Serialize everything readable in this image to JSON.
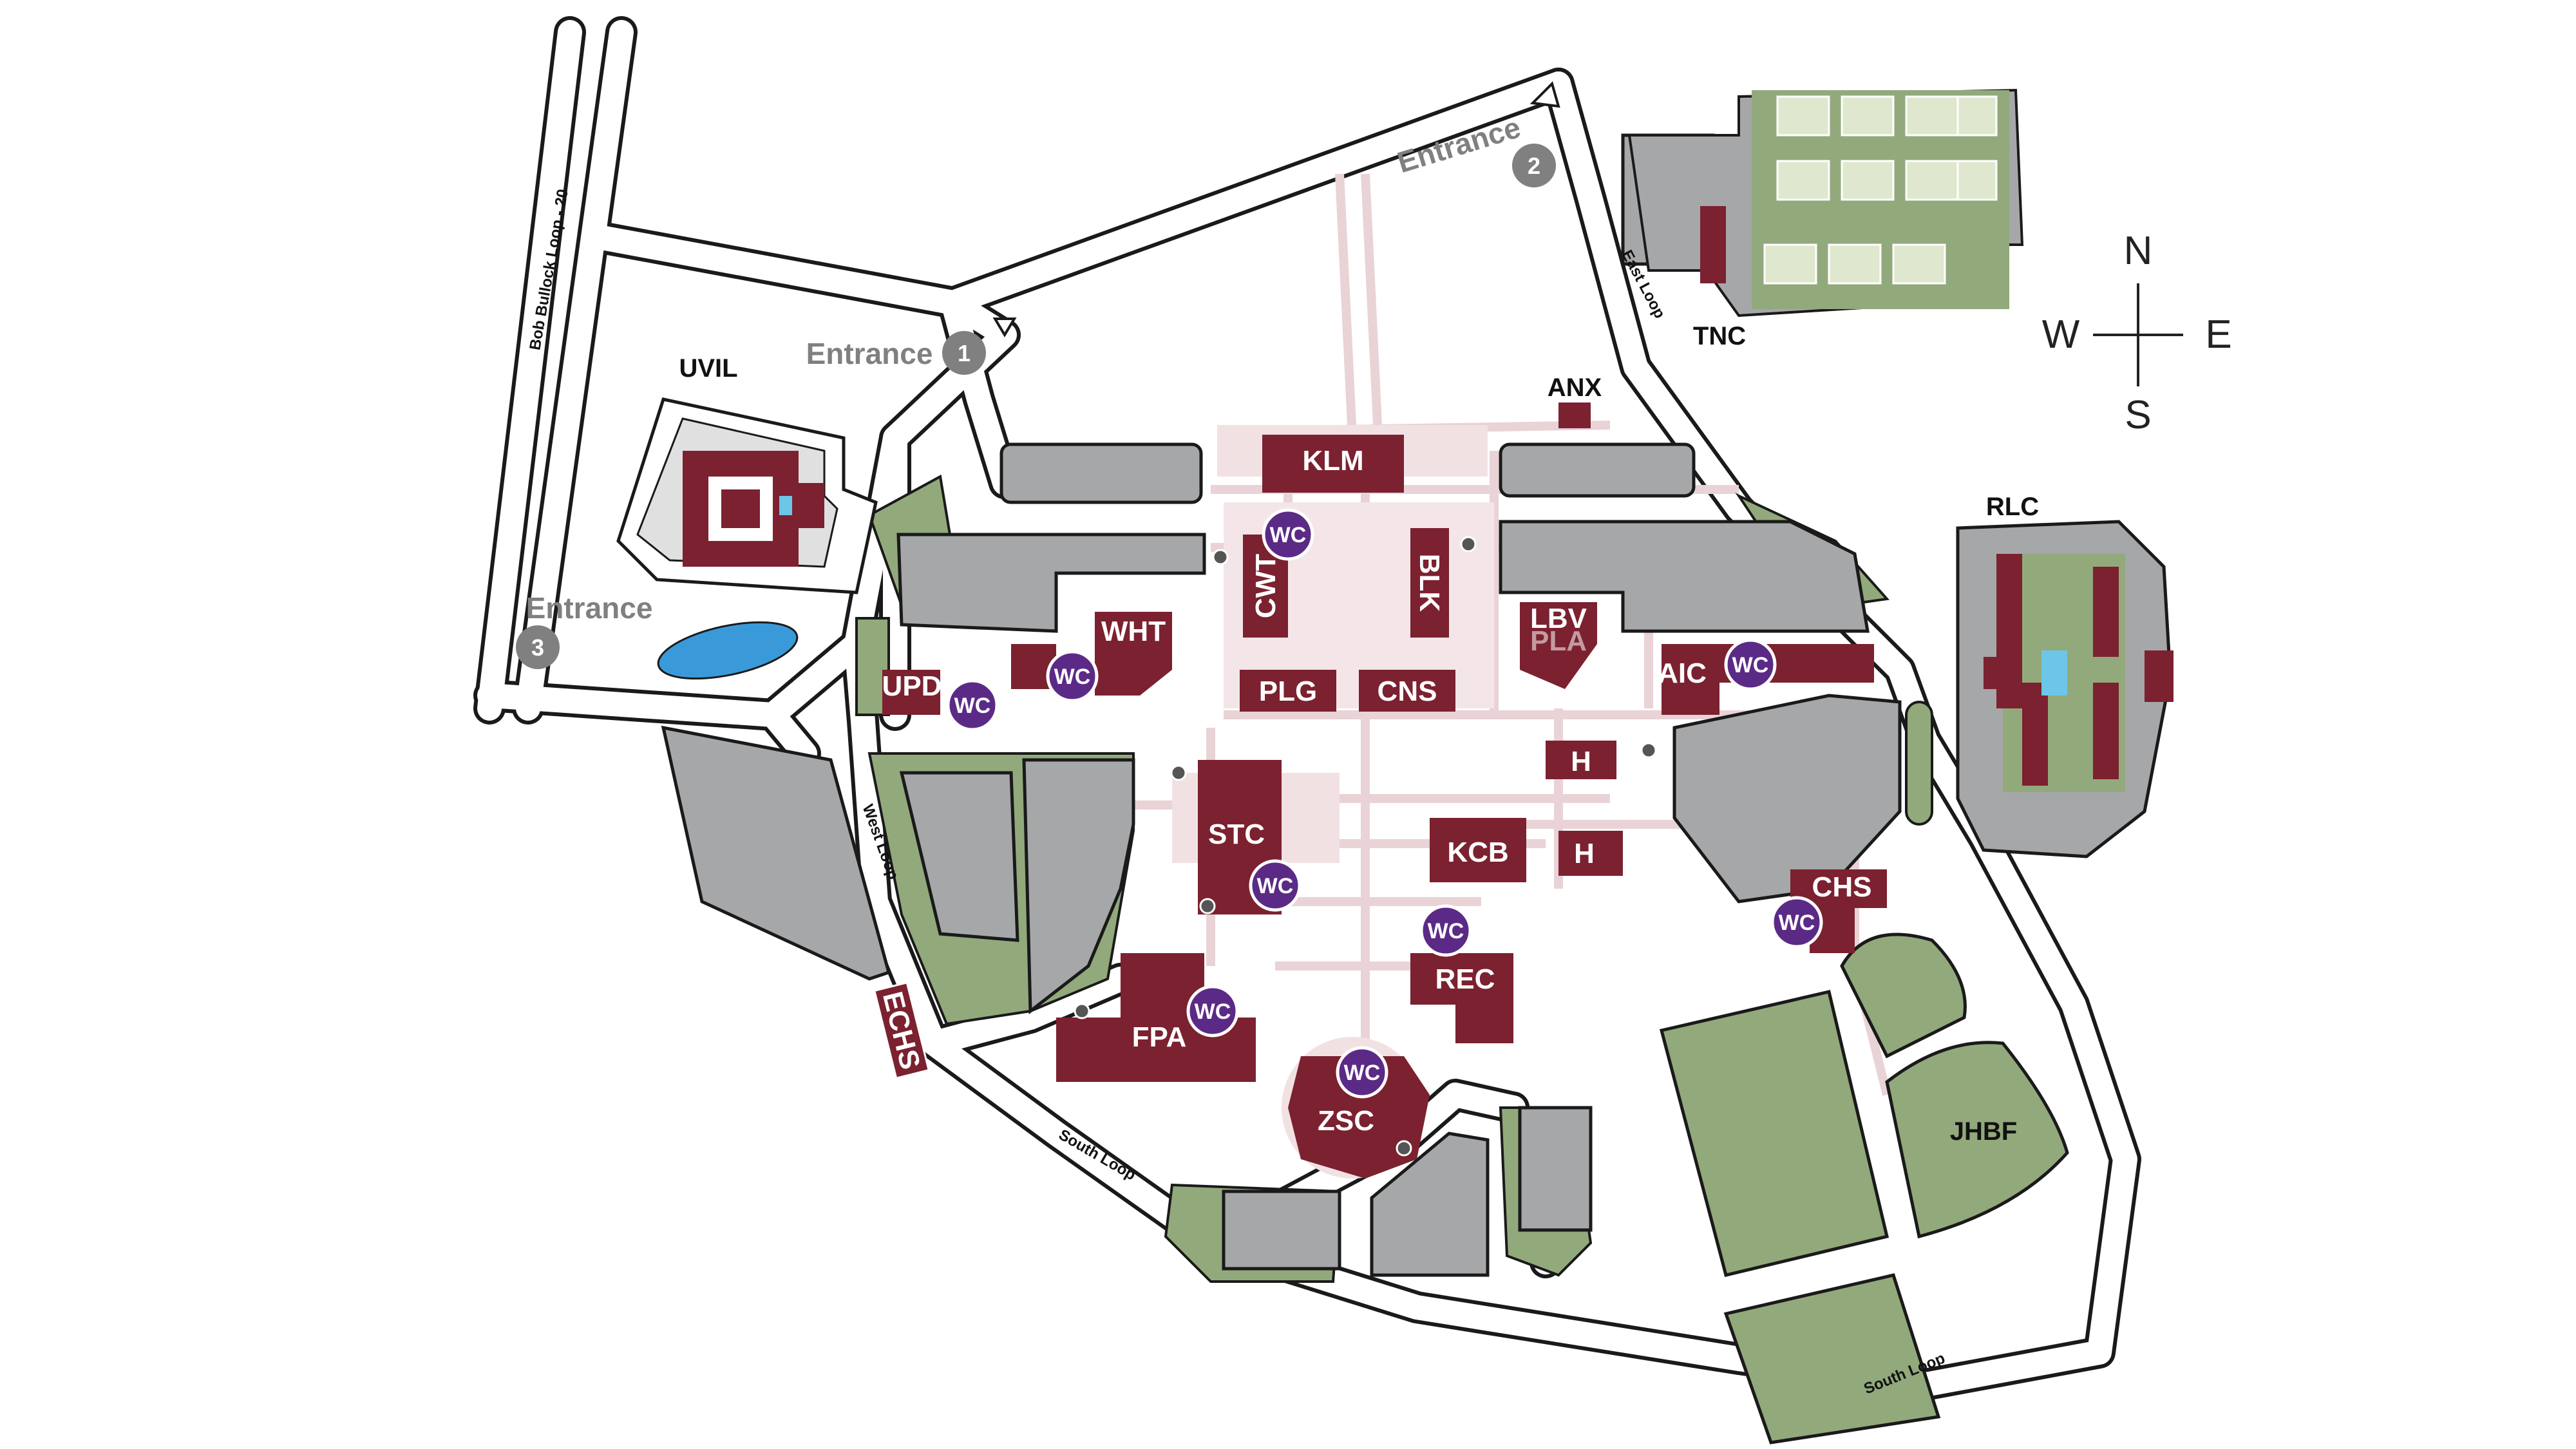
{
  "colors": {
    "building": "#7b2130",
    "parking": "#a6a7a9",
    "grass": "#92a97c",
    "path": "#e9d3d6",
    "road_outline": "#1a1a1a",
    "water": "#3a9ad9",
    "wc_badge": "#5b2a86",
    "entrance_badge": "#808080"
  },
  "roads": {
    "bob_bullock": "Bob Bullock Loop - 20",
    "east_loop": "East Loop",
    "west_loop": "West Loop",
    "south_loop_west": "South Loop",
    "south_loop_east": "South Loop"
  },
  "entrances": [
    {
      "label": "Entrance",
      "number": "1"
    },
    {
      "label": "Entrance",
      "number": "2"
    },
    {
      "label": "Entrance",
      "number": "3"
    }
  ],
  "compass": {
    "n": "N",
    "e": "E",
    "s": "S",
    "w": "W"
  },
  "outside_labels": {
    "uvil": "UVIL",
    "tnc": "TNC",
    "anx": "ANX",
    "rlc": "RLC",
    "jhbf": "JHBF"
  },
  "buildings": {
    "klm": "KLM",
    "cwt": "CWT",
    "blk": "BLK",
    "wht": "WHT",
    "plg": "PLG",
    "cns": "CNS",
    "lbv": "LBV",
    "pla": "PLA",
    "aic": "AIC",
    "upd": "UPD",
    "h1": "H",
    "h2": "H",
    "stc": "STC",
    "kcb": "KCB",
    "chs": "CHS",
    "rec": "REC",
    "fpa": "FPA",
    "zsc": "ZSC",
    "echs": "ECHS"
  },
  "wc": "WC",
  "accessibility_icon": "wheelchair-icon"
}
